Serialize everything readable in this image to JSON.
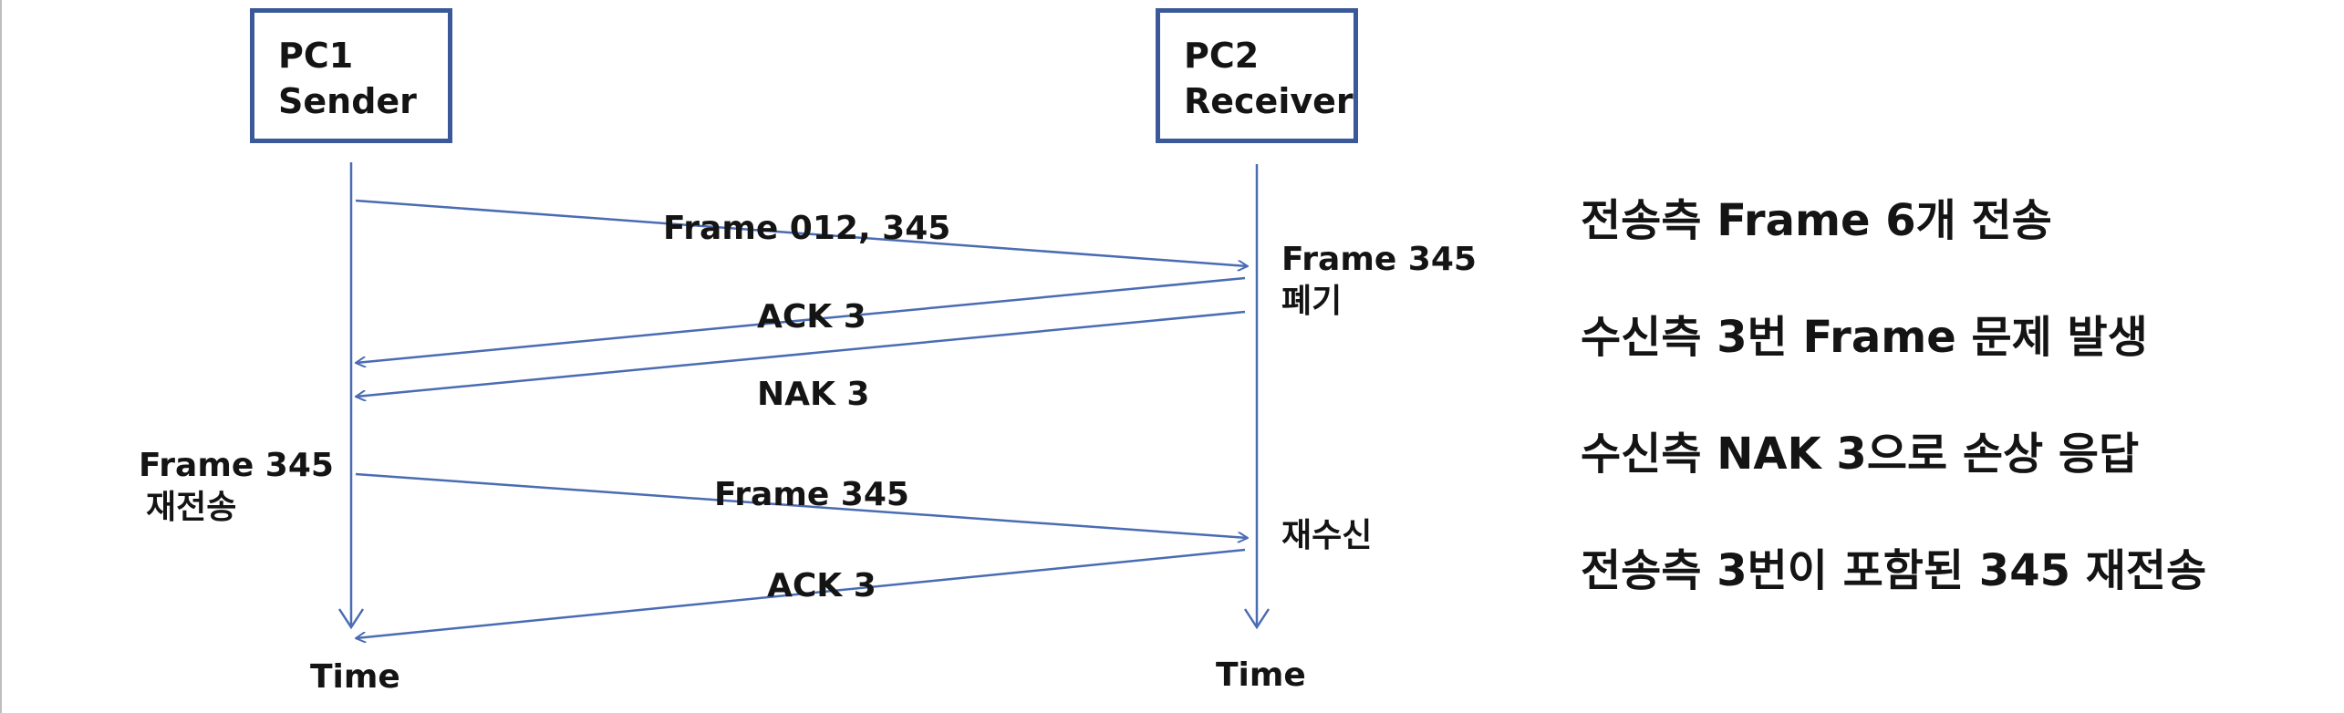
{
  "nodes": {
    "pc1": {
      "line1": "PC1",
      "line2": "Sender"
    },
    "pc2": {
      "line1": "PC2",
      "line2": "Receiver"
    }
  },
  "messages": [
    {
      "label": "Frame 012, 345",
      "from": "PC1",
      "to": "PC2"
    },
    {
      "label": "ACK 3",
      "from": "PC2",
      "to": "PC1"
    },
    {
      "label": "NAK 3",
      "from": "PC2",
      "to": "PC1"
    },
    {
      "label": "Frame 345",
      "from": "PC1",
      "to": "PC2"
    },
    {
      "label": "ACK 3",
      "from": "PC2",
      "to": "PC1"
    }
  ],
  "annotations": {
    "receiver_discard_line1": "Frame 345",
    "receiver_discard_line2": "폐기",
    "sender_resend_line1": "Frame 345",
    "sender_resend_line2": "재전송",
    "receiver_rereceive": "재수신"
  },
  "timelines": {
    "pc1_label": "Time",
    "pc2_label": "Time"
  },
  "steps": [
    "전송측 Frame 6개 전송",
    "수신측 3번 Frame 문제 발생",
    "수신측 NAK 3으로 손상 응답",
    "전송측 3번이 포함된 345 재전송"
  ],
  "colors": {
    "line": "#4a6cb3",
    "box_border": "#3b5998",
    "text": "#141414"
  }
}
